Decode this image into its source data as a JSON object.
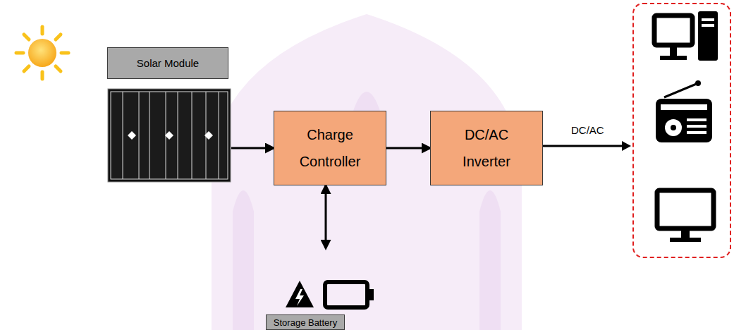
{
  "diagram": {
    "nodes": [
      {
        "text": [
          "Solar Module"
        ]
      },
      {
        "text": [
          "Charge Controller"
        ]
      },
      {
        "text": [
          "DC/AC Inverter"
        ]
      },
      {
        "text": [
          "Storage Battery"
        ]
      }
    ],
    "edges": [
      {
        "from": 0,
        "to": 1,
        "arrow": "to"
      },
      {
        "from": 1,
        "to": 2,
        "arrow": "to"
      },
      {
        "from": 1,
        "to": 3,
        "arrow": "both"
      }
    ],
    "labels": [
      "DC/AC"
    ]
  }
}
